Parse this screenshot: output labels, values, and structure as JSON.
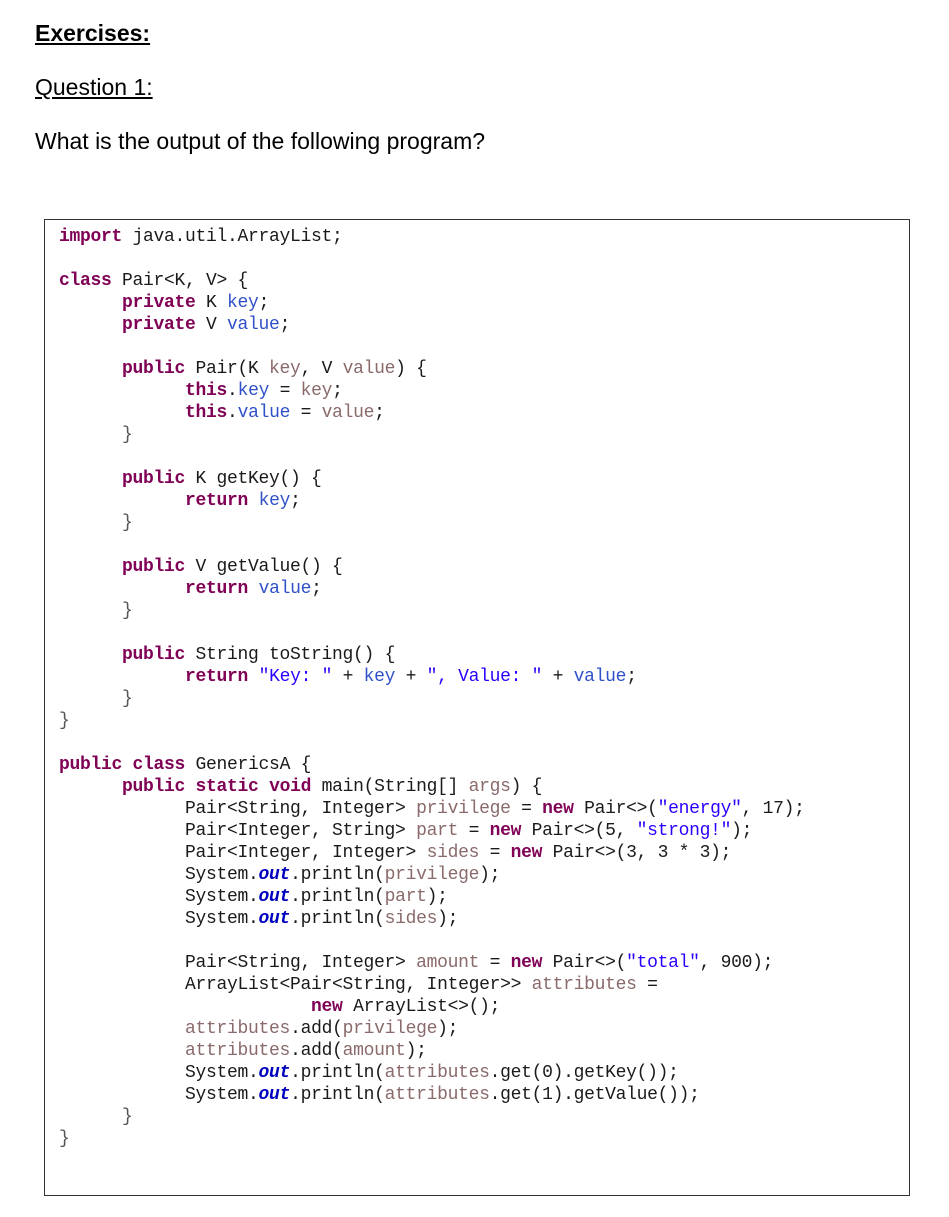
{
  "heading": "Exercises:",
  "question_label": "Question 1:",
  "prompt": "What is the output of the following program?",
  "code_lines": [
    [
      {
        "t": "import",
        "c": "kw"
      },
      {
        "t": " java.util.ArrayList;"
      }
    ],
    [],
    [
      {
        "t": "class",
        "c": "kw"
      },
      {
        "t": " Pair<K, V> {"
      }
    ],
    [
      {
        "t": "      "
      },
      {
        "t": "private",
        "c": "kw"
      },
      {
        "t": " K "
      },
      {
        "t": "key",
        "c": "fld"
      },
      {
        "t": ";"
      }
    ],
    [
      {
        "t": "      "
      },
      {
        "t": "private",
        "c": "kw"
      },
      {
        "t": " V "
      },
      {
        "t": "value",
        "c": "fld"
      },
      {
        "t": ";"
      }
    ],
    [],
    [
      {
        "t": "      "
      },
      {
        "t": "public",
        "c": "kw"
      },
      {
        "t": " Pair(K "
      },
      {
        "t": "key",
        "c": "var"
      },
      {
        "t": ", V "
      },
      {
        "t": "value",
        "c": "var"
      },
      {
        "t": ") {"
      }
    ],
    [
      {
        "t": "            "
      },
      {
        "t": "this",
        "c": "kw"
      },
      {
        "t": "."
      },
      {
        "t": "key",
        "c": "fld"
      },
      {
        "t": " = "
      },
      {
        "t": "key",
        "c": "var"
      },
      {
        "t": ";"
      }
    ],
    [
      {
        "t": "            "
      },
      {
        "t": "this",
        "c": "kw"
      },
      {
        "t": "."
      },
      {
        "t": "value",
        "c": "fld"
      },
      {
        "t": " = "
      },
      {
        "t": "value",
        "c": "var"
      },
      {
        "t": ";"
      }
    ],
    [
      {
        "t": "      "
      },
      {
        "t": "}",
        "c": "brc"
      }
    ],
    [],
    [
      {
        "t": "      "
      },
      {
        "t": "public",
        "c": "kw"
      },
      {
        "t": " K getKey() {"
      }
    ],
    [
      {
        "t": "            "
      },
      {
        "t": "return",
        "c": "kw"
      },
      {
        "t": " "
      },
      {
        "t": "key",
        "c": "fld"
      },
      {
        "t": ";"
      }
    ],
    [
      {
        "t": "      "
      },
      {
        "t": "}",
        "c": "brc"
      }
    ],
    [],
    [
      {
        "t": "      "
      },
      {
        "t": "public",
        "c": "kw"
      },
      {
        "t": " V getValue() {"
      }
    ],
    [
      {
        "t": "            "
      },
      {
        "t": "return",
        "c": "kw"
      },
      {
        "t": " "
      },
      {
        "t": "value",
        "c": "fld"
      },
      {
        "t": ";"
      }
    ],
    [
      {
        "t": "      "
      },
      {
        "t": "}",
        "c": "brc"
      }
    ],
    [],
    [
      {
        "t": "      "
      },
      {
        "t": "public",
        "c": "kw"
      },
      {
        "t": " String toString() {"
      }
    ],
    [
      {
        "t": "            "
      },
      {
        "t": "return",
        "c": "kw"
      },
      {
        "t": " "
      },
      {
        "t": "\"Key: \"",
        "c": "str"
      },
      {
        "t": " + "
      },
      {
        "t": "key",
        "c": "fld"
      },
      {
        "t": " + "
      },
      {
        "t": "\", Value: \"",
        "c": "str"
      },
      {
        "t": " + "
      },
      {
        "t": "value",
        "c": "fld"
      },
      {
        "t": ";"
      }
    ],
    [
      {
        "t": "      "
      },
      {
        "t": "}",
        "c": "brc"
      }
    ],
    [
      {
        "t": "}",
        "c": "brc"
      }
    ],
    [],
    [
      {
        "t": "public",
        "c": "kw"
      },
      {
        "t": " "
      },
      {
        "t": "class",
        "c": "kw"
      },
      {
        "t": " GenericsA {"
      }
    ],
    [
      {
        "t": "      "
      },
      {
        "t": "public",
        "c": "kw"
      },
      {
        "t": " "
      },
      {
        "t": "static",
        "c": "kw"
      },
      {
        "t": " "
      },
      {
        "t": "void",
        "c": "kw"
      },
      {
        "t": " main(String[] "
      },
      {
        "t": "args",
        "c": "var"
      },
      {
        "t": ") {"
      }
    ],
    [
      {
        "t": "            Pair<String, Integer> "
      },
      {
        "t": "privilege",
        "c": "var"
      },
      {
        "t": " = "
      },
      {
        "t": "new",
        "c": "kw"
      },
      {
        "t": " Pair<>("
      },
      {
        "t": "\"energy\"",
        "c": "str"
      },
      {
        "t": ", 17);"
      }
    ],
    [
      {
        "t": "            Pair<Integer, String> "
      },
      {
        "t": "part",
        "c": "var"
      },
      {
        "t": " = "
      },
      {
        "t": "new",
        "c": "kw"
      },
      {
        "t": " Pair<>(5, "
      },
      {
        "t": "\"strong!\"",
        "c": "str"
      },
      {
        "t": ");"
      }
    ],
    [
      {
        "t": "            Pair<Integer, Integer> "
      },
      {
        "t": "sides",
        "c": "var"
      },
      {
        "t": " = "
      },
      {
        "t": "new",
        "c": "kw"
      },
      {
        "t": " Pair<>(3, 3 * 3);"
      }
    ],
    [
      {
        "t": "            System."
      },
      {
        "t": "out",
        "c": "kw2"
      },
      {
        "t": ".println("
      },
      {
        "t": "privilege",
        "c": "var"
      },
      {
        "t": ");"
      }
    ],
    [
      {
        "t": "            System."
      },
      {
        "t": "out",
        "c": "kw2"
      },
      {
        "t": ".println("
      },
      {
        "t": "part",
        "c": "var"
      },
      {
        "t": ");"
      }
    ],
    [
      {
        "t": "            System."
      },
      {
        "t": "out",
        "c": "kw2"
      },
      {
        "t": ".println("
      },
      {
        "t": "sides",
        "c": "var"
      },
      {
        "t": ");"
      }
    ],
    [],
    [
      {
        "t": "            Pair<String, Integer> "
      },
      {
        "t": "amount",
        "c": "var"
      },
      {
        "t": " = "
      },
      {
        "t": "new",
        "c": "kw"
      },
      {
        "t": " Pair<>("
      },
      {
        "t": "\"total\"",
        "c": "str"
      },
      {
        "t": ", 900);"
      }
    ],
    [
      {
        "t": "            ArrayList<Pair<String, Integer>> "
      },
      {
        "t": "attributes",
        "c": "var"
      },
      {
        "t": " ="
      }
    ],
    [
      {
        "t": "                        "
      },
      {
        "t": "new",
        "c": "kw"
      },
      {
        "t": " ArrayList<>();"
      }
    ],
    [
      {
        "t": "            "
      },
      {
        "t": "attributes",
        "c": "var"
      },
      {
        "t": ".add("
      },
      {
        "t": "privilege",
        "c": "var"
      },
      {
        "t": ");"
      }
    ],
    [
      {
        "t": "            "
      },
      {
        "t": "attributes",
        "c": "var"
      },
      {
        "t": ".add("
      },
      {
        "t": "amount",
        "c": "var"
      },
      {
        "t": ");"
      }
    ],
    [
      {
        "t": "            System."
      },
      {
        "t": "out",
        "c": "kw2"
      },
      {
        "t": ".println("
      },
      {
        "t": "attributes",
        "c": "var"
      },
      {
        "t": ".get(0).getKey());"
      }
    ],
    [
      {
        "t": "            System."
      },
      {
        "t": "out",
        "c": "kw2"
      },
      {
        "t": ".println("
      },
      {
        "t": "attributes",
        "c": "var"
      },
      {
        "t": ".get(1).getValue());"
      }
    ],
    [
      {
        "t": "      "
      },
      {
        "t": "}",
        "c": "brc"
      }
    ],
    [
      {
        "t": "}",
        "c": "brc"
      }
    ]
  ]
}
